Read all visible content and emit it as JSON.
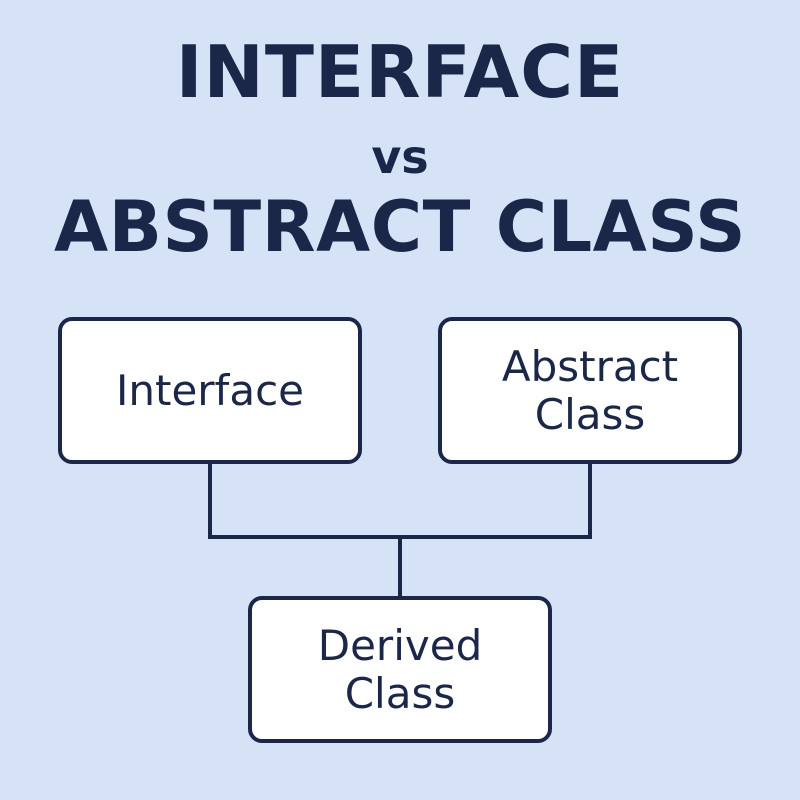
{
  "title": {
    "line1": "INTERFACE",
    "line2": "vs",
    "line3": "ABSTRACT CLASS"
  },
  "boxes": {
    "interface": {
      "label": "Interface"
    },
    "abstract": {
      "line1": "Abstract",
      "line2": "Class"
    },
    "derived": {
      "line1": "Derived",
      "line2": "Class"
    }
  },
  "colors": {
    "background": "#d6e3f7",
    "ink": "#1b2749",
    "box_fill": "#ffffff"
  }
}
